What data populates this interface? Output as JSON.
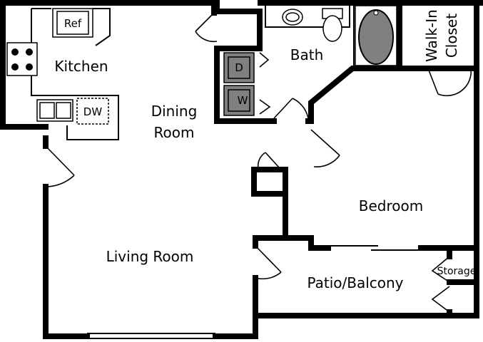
{
  "rooms": {
    "kitchen": "Kitchen",
    "dining_line1": "Dining",
    "dining_line2": "Room",
    "bath": "Bath",
    "walkin_line1": "Walk-In",
    "walkin_line2": "Closet",
    "bedroom": "Bedroom",
    "living": "Living Room",
    "patio": "Patio/Balcony",
    "storage": "Storage"
  },
  "appliances": {
    "refrigerator": "Ref",
    "dishwasher": "DW",
    "dryer": "D",
    "washer": "W"
  },
  "colors": {
    "walls": "#000000",
    "appliance_fill": "#808080",
    "background": "#ffffff"
  }
}
